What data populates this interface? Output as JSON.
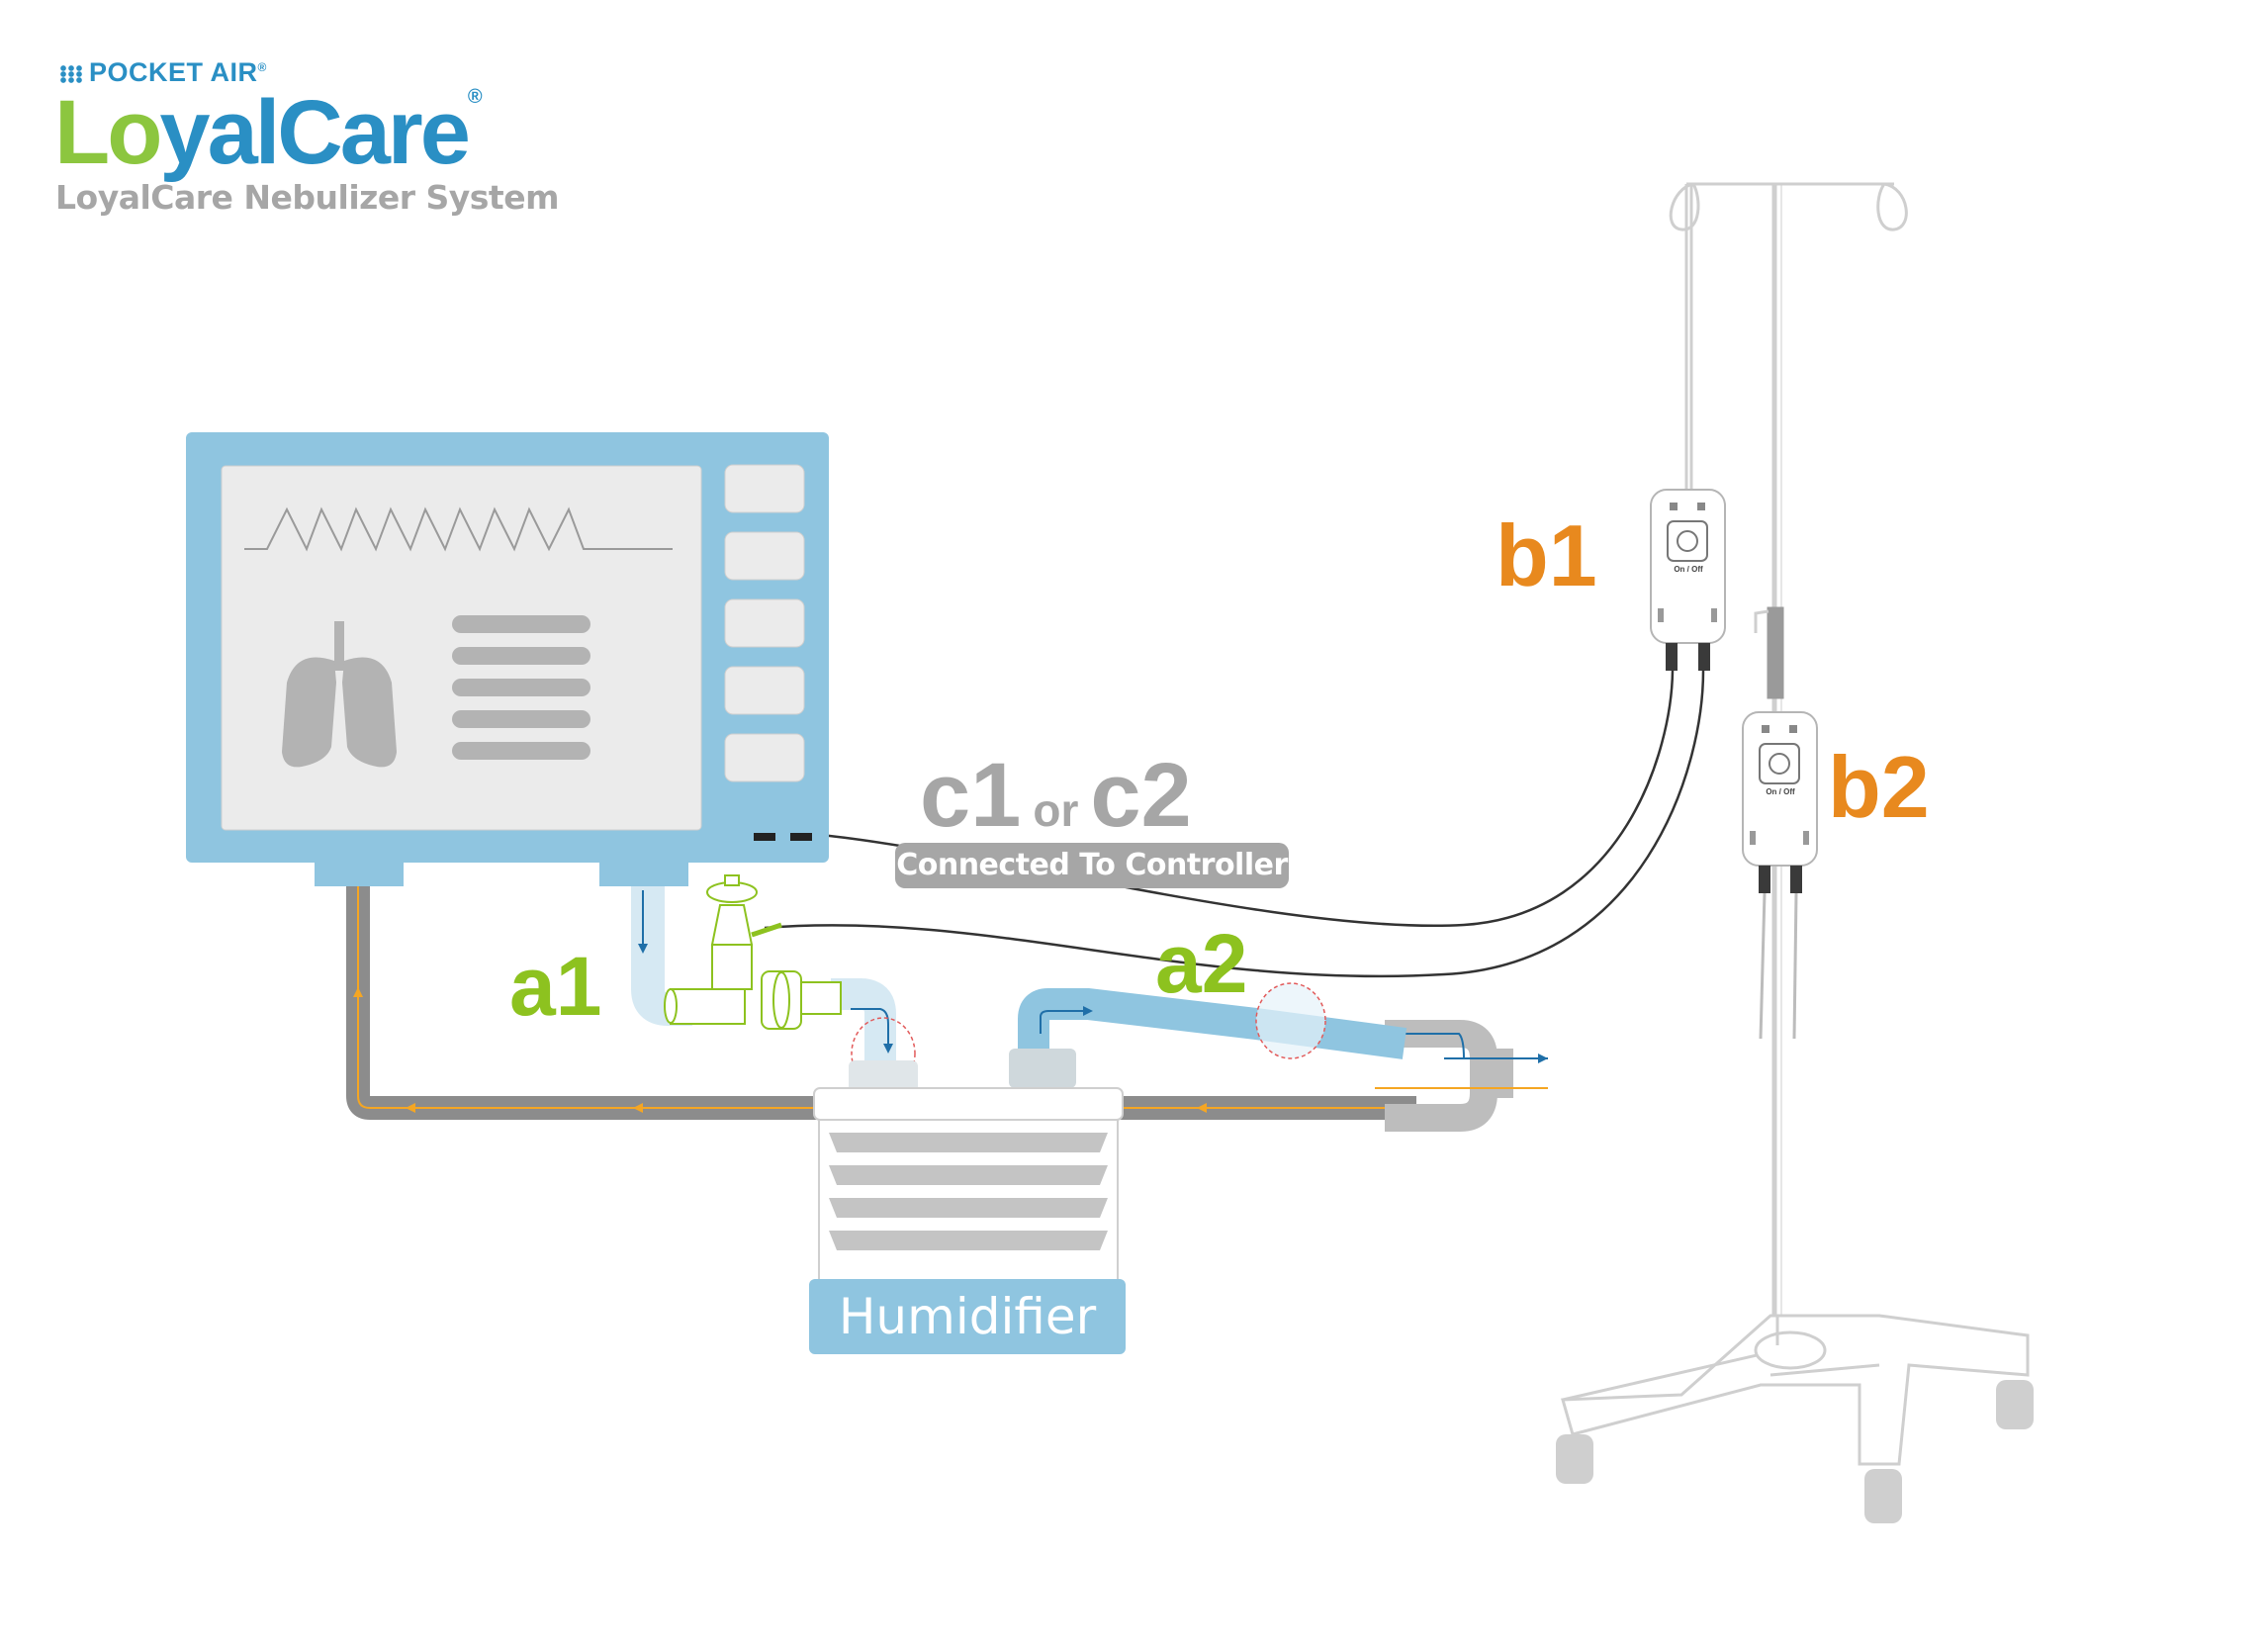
{
  "brand": {
    "company": "POCKET AIR",
    "logo_lo": "Lo",
    "logo_rest": "yalCare",
    "registered": "®",
    "subtitle": "LoyalCare Nebulizer System"
  },
  "labels": {
    "a1": "a1",
    "a2": "a2",
    "b1": "b1",
    "b2": "b2",
    "c1": "c1",
    "or": "or",
    "c2": "c2",
    "connected": "Connected To Controller",
    "humidifier": "Humidifier"
  },
  "controller": {
    "on_off": "On / Off"
  },
  "colors": {
    "ventilator_blue": "#8fc5e0",
    "screen_gray": "#ebebeb",
    "accent_green": "#8dc21f",
    "accent_orange": "#e8891e",
    "label_gray": "#a6a6a6",
    "tube_gray": "#8c8c8c",
    "flow_orange": "#f5a623",
    "flow_blue": "#1f6fa8",
    "stand_gray": "#cfcfcf"
  }
}
